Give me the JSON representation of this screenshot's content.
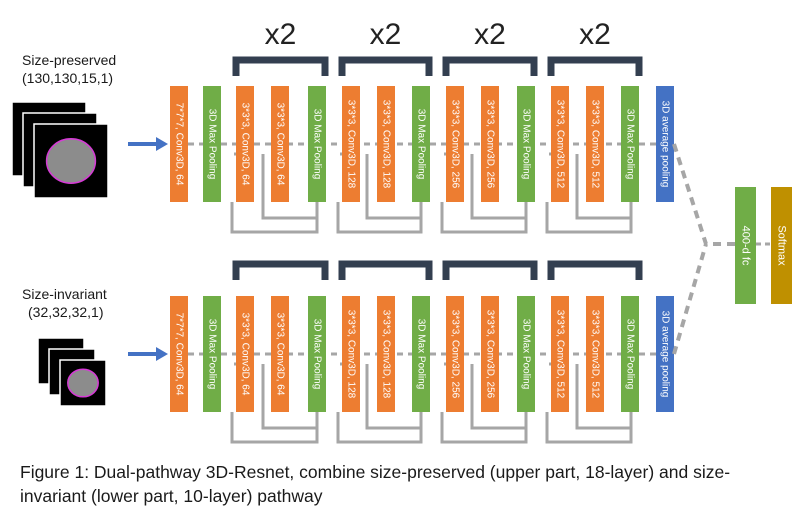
{
  "colors": {
    "conv": "#ed7d31",
    "pool": "#70ad47",
    "avgpool": "#4472c4",
    "fc": "#70ad47",
    "softmax": "#bf9000",
    "bracket": "#333f50",
    "arrow": "#4472c4",
    "skip": "#a6a6a6",
    "dashed": "#a6a6a6",
    "block_text": "#ffffff",
    "cell_border": "#d63ad6"
  },
  "repeat_label": "x2",
  "top_pathway": {
    "title": "Size-preserved",
    "shape": "(130,130,15,1)",
    "blocks": [
      {
        "type": "conv",
        "label": "7*7*7, Conv3D, 64"
      },
      {
        "type": "pool",
        "label": "3D Max Pooling"
      },
      {
        "type": "conv",
        "label": "3*3*3, Conv3D, 64"
      },
      {
        "type": "conv",
        "label": "3*3*3, Conv3D, 64"
      },
      {
        "type": "pool",
        "label": "3D Max Pooling"
      },
      {
        "type": "conv",
        "label": "3*3*3, Conv3D, 128"
      },
      {
        "type": "conv",
        "label": "3*3*3, Conv3D, 128"
      },
      {
        "type": "pool",
        "label": "3D Max Pooling"
      },
      {
        "type": "conv",
        "label": "3*3*3, Conv3D, 256"
      },
      {
        "type": "conv",
        "label": "3*3*3, Conv3D, 256"
      },
      {
        "type": "pool",
        "label": "3D Max Pooling"
      },
      {
        "type": "conv",
        "label": "3*3*3, Conv3D, 512"
      },
      {
        "type": "conv",
        "label": "3*3*3, Conv3D, 512"
      },
      {
        "type": "pool",
        "label": "3D Max Pooling"
      },
      {
        "type": "avgpool",
        "label": "3D average pooling"
      }
    ]
  },
  "bottom_pathway": {
    "title": "Size-invariant",
    "shape": "(32,32,32,1)",
    "blocks": [
      {
        "type": "conv",
        "label": "7*7*7, Conv3D, 64"
      },
      {
        "type": "pool",
        "label": "3D Max Pooling"
      },
      {
        "type": "conv",
        "label": "3*3*3, Conv3D, 64"
      },
      {
        "type": "conv",
        "label": "3*3*3, Conv3D, 64"
      },
      {
        "type": "pool",
        "label": "3D Max Pooling"
      },
      {
        "type": "conv",
        "label": "3*3*3, Conv3D, 128"
      },
      {
        "type": "conv",
        "label": "3*3*3, Conv3D, 128"
      },
      {
        "type": "pool",
        "label": "3D Max Pooling"
      },
      {
        "type": "conv",
        "label": "3*3*3, Conv3D, 256"
      },
      {
        "type": "conv",
        "label": "3*3*3, Conv3D, 256"
      },
      {
        "type": "pool",
        "label": "3D Max Pooling"
      },
      {
        "type": "conv",
        "label": "3*3*3, Conv3D, 512"
      },
      {
        "type": "conv",
        "label": "3*3*3, Conv3D, 512"
      },
      {
        "type": "pool",
        "label": "3D Max Pooling"
      },
      {
        "type": "avgpool",
        "label": "3D average pooling"
      }
    ]
  },
  "head": [
    {
      "type": "fc",
      "label": "400-d fc"
    },
    {
      "type": "softmax",
      "label": "Softmax"
    }
  ],
  "caption": "Figure 1: Dual-pathway 3D-Resnet, combine size-preserved (upper part, 18-layer) and size-invariant (lower part, 10-layer) pathway"
}
